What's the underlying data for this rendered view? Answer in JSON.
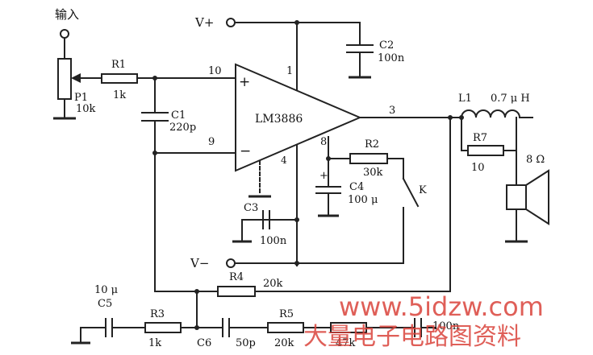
{
  "labels": {
    "input": "输入",
    "vplus": "V+",
    "vminus": "V−",
    "opamp": "LM3886",
    "pins": {
      "p10": "10",
      "p1": "1",
      "p9": "9",
      "p8": "8",
      "p3": "3",
      "p4": "4"
    },
    "plus": "+",
    "minus": "−"
  },
  "components": {
    "P1": {
      "name": "P1",
      "value": "10k"
    },
    "R1": {
      "name": "R1",
      "value": "1k"
    },
    "C1": {
      "name": "C1",
      "value": "220p"
    },
    "C2": {
      "name": "C2",
      "value": "100n"
    },
    "C3": {
      "name": "C3",
      "value": "100n"
    },
    "C4": {
      "name": "C4",
      "value": "100 μ"
    },
    "R2": {
      "name": "R2",
      "value": "30k"
    },
    "K": {
      "name": "K"
    },
    "L1": {
      "name": "L1",
      "value": "0.7 μ H"
    },
    "R7": {
      "name": "R7",
      "value": "10"
    },
    "SPK": {
      "value": "8 Ω"
    },
    "R4": {
      "name": "R4",
      "value": "20k"
    },
    "C5": {
      "name": "C5",
      "value": "10 μ"
    },
    "R3": {
      "name": "R3",
      "value": "1k"
    },
    "C6": {
      "name": "C6",
      "value": "50p"
    },
    "R5": {
      "name": "R5",
      "value": "20k"
    },
    "R6": {
      "value": "47k"
    },
    "C7": {
      "value": "100n"
    }
  },
  "watermark": {
    "url": "www.5idzw.com",
    "text": "大量电子电路图资料"
  },
  "colors": {
    "line": "#222222",
    "watermark": "#d9433b",
    "background": "#ffffff"
  }
}
